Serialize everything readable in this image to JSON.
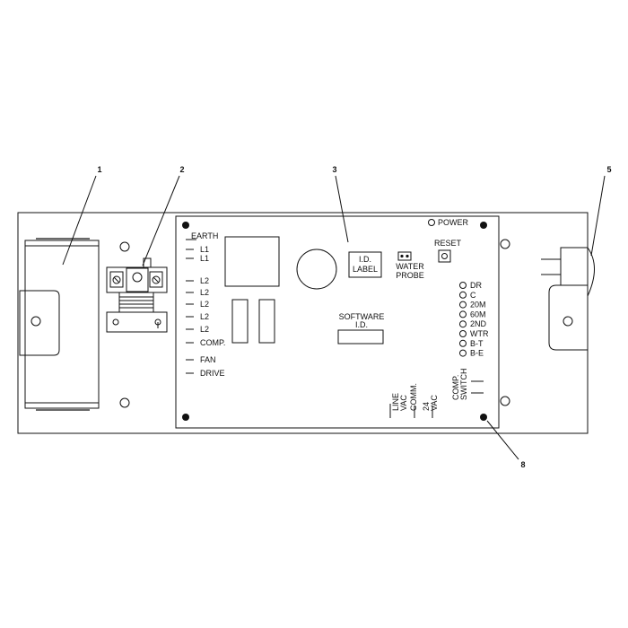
{
  "callouts": [
    "1",
    "2",
    "3",
    "5",
    "8"
  ],
  "board": {
    "power": "POWER",
    "reset": "RESET",
    "id_label": [
      "I.D.",
      "LABEL"
    ],
    "water_probe": [
      "WATER",
      "PROBE"
    ],
    "software_id": [
      "SOFTWARE",
      "I.D."
    ]
  },
  "left_terminals": [
    "EARTH",
    "L1",
    "L1",
    "L2",
    "L2",
    "L2",
    "L2",
    "L2",
    "COMP.",
    "FAN",
    "DRIVE"
  ],
  "status_leds": [
    "DR",
    "C",
    "20M",
    "60M",
    "2ND",
    "WTR",
    "B-T",
    "B-E"
  ],
  "bottom_terminals": [
    [
      "LINE",
      "VAC"
    ],
    [
      "COMM."
    ],
    [
      "24",
      "VAC"
    ],
    [
      "COMP.",
      "SWITCH"
    ]
  ]
}
